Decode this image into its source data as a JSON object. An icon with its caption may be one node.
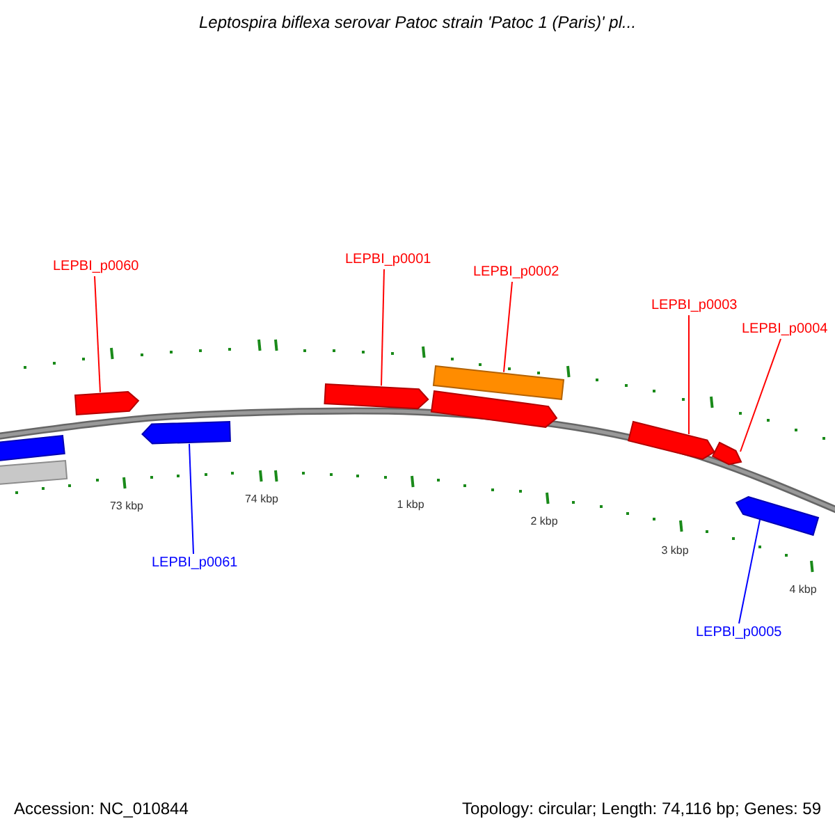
{
  "diagram": {
    "title": "Leptospira biflexa serovar Patoc strain 'Patoc 1 (Paris)' pl...",
    "nodes": [
      {
        "text": [
          "LEPBI_p0060"
        ]
      },
      {
        "text": [
          "LEPBI_p0001"
        ]
      },
      {
        "text": [
          "LEPBI_p0002"
        ]
      },
      {
        "text": [
          "LEPBI_p0003"
        ]
      },
      {
        "text": [
          "LEPBI_p0004"
        ]
      },
      {
        "text": [
          "LEPBI_p0061"
        ]
      },
      {
        "text": [
          "LEPBI_p0005"
        ]
      },
      {
        "text": [],
        "shape": "arrow"
      },
      {
        "text": [],
        "shape": "bar"
      },
      {
        "text": [],
        "shape": "arrow"
      },
      {
        "text": [],
        "shape": "arrow"
      },
      {
        "text": [],
        "shape": "arrow"
      },
      {
        "text": [],
        "shape": "bar"
      },
      {
        "text": [],
        "shape": "arrow"
      },
      {
        "text": [],
        "shape": "arrow"
      },
      {
        "text": [],
        "shape": "arrow"
      },
      {
        "text": [],
        "shape": "arrow"
      }
    ],
    "edges": [
      {
        "from": 0,
        "to": 9,
        "arrow": "none"
      },
      {
        "from": 1,
        "to": 11,
        "arrow": "none"
      },
      {
        "from": 2,
        "to": 12,
        "arrow": "none"
      },
      {
        "from": 3,
        "to": 14,
        "arrow": "none"
      },
      {
        "from": 4,
        "to": 15,
        "arrow": "none"
      },
      {
        "from": 5,
        "to": 10,
        "arrow": "none",
        "color": "#0000ff"
      },
      {
        "from": 6,
        "to": 16,
        "arrow": "none",
        "color": "#0000ff"
      }
    ],
    "labels": [
      "73 kbp",
      "74 kbp",
      "1 kbp",
      "2 kbp",
      "3 kbp",
      "4 kbp",
      "Accession: NC_010844",
      "Topology: circular; Length: 74,116 bp; Genes: 59"
    ]
  }
}
